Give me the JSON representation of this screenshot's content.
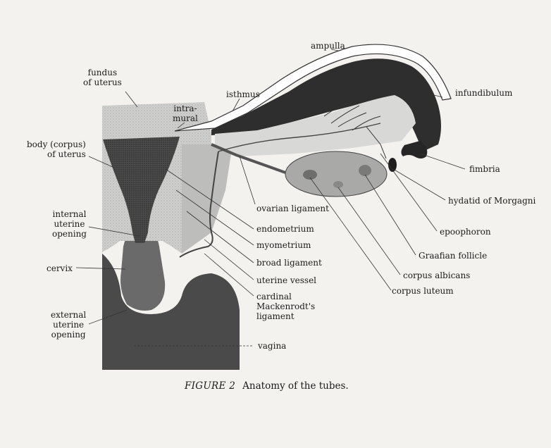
{
  "labels": {
    "ampulla": "ampulla",
    "fundus": "fundus\nof uterus",
    "intramural": "intra-\nmural",
    "isthmus": "isthmus",
    "infundibulum": "infundibulum",
    "body": "body (corpus)\nof uterus",
    "fimbria": "fimbria",
    "hydatid": "hydatid of Morgagni",
    "ovarian_ligament": "ovarian ligament",
    "internal_opening": "internal\nuterine\nopening",
    "endometrium": "endometrium",
    "epoophoron": "epoophoron",
    "myometrium": "myometrium",
    "graafian": "Graafian follicle",
    "broad_ligament": "broad ligament",
    "cervix": "cervix",
    "uterine_vessel": "uterine vessel",
    "corpus_albicans": "corpus albicans",
    "corpus_luteum": "corpus luteum",
    "cardinal": "cardinal\nMackenrodt's\nligament",
    "external_opening": "external\nuterine\nopening",
    "vagina": "vagina"
  },
  "caption": {
    "figure": "FIGURE 2",
    "text": "Anatomy of the tubes."
  }
}
